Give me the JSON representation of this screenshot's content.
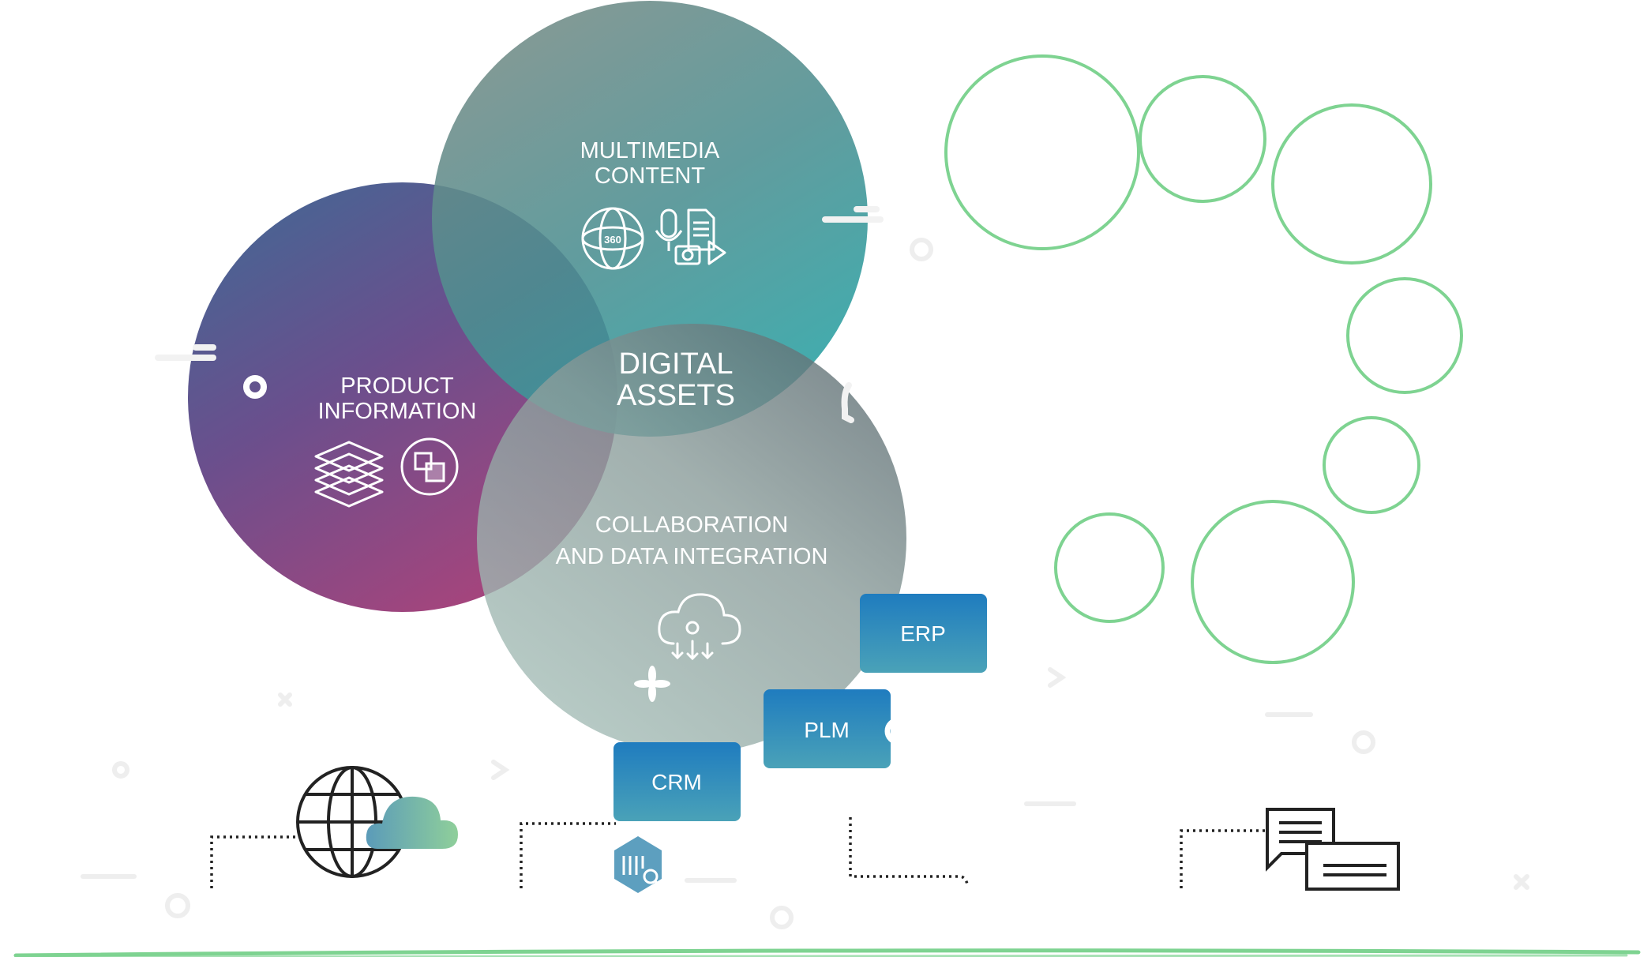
{
  "diagram": {
    "center": {
      "line1": "DIGITAL",
      "line2": "ASSETS"
    },
    "circles": {
      "multimedia": {
        "line1": "MULTIMEDIA",
        "line2": "CONTENT",
        "badge_360": "360"
      },
      "product": {
        "line1": "PRODUCT",
        "line2": "INFORMATION"
      },
      "collaboration": {
        "line1": "COLLABORATION",
        "line2": "AND DATA INTEGRATION"
      }
    },
    "systems": {
      "erp": "ERP",
      "plm": "PLM",
      "crm": "CRM"
    }
  },
  "colors": {
    "accent_green": "#7ed391",
    "teal": "#2a9d9b",
    "purple": "#6a4f8d",
    "magenta": "#a0457f",
    "box_blue": "#2b82b8"
  }
}
